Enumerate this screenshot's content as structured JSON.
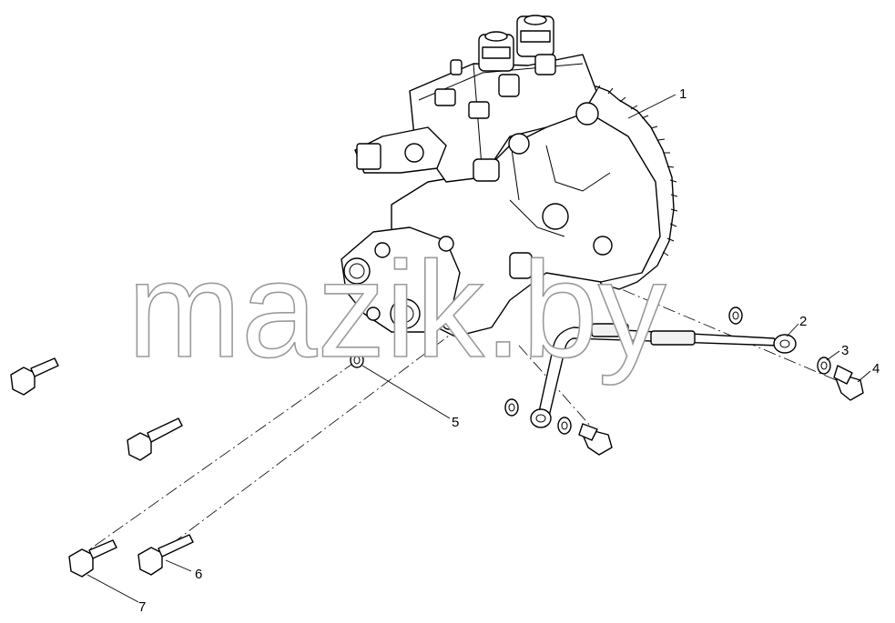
{
  "diagram": {
    "watermark": "mazik.by",
    "callouts": [
      {
        "id": "1",
        "label": "1"
      },
      {
        "id": "2",
        "label": "2"
      },
      {
        "id": "3",
        "label": "3"
      },
      {
        "id": "4",
        "label": "4"
      },
      {
        "id": "5",
        "label": "5"
      },
      {
        "id": "6",
        "label": "6"
      },
      {
        "id": "7",
        "label": "7"
      }
    ]
  }
}
